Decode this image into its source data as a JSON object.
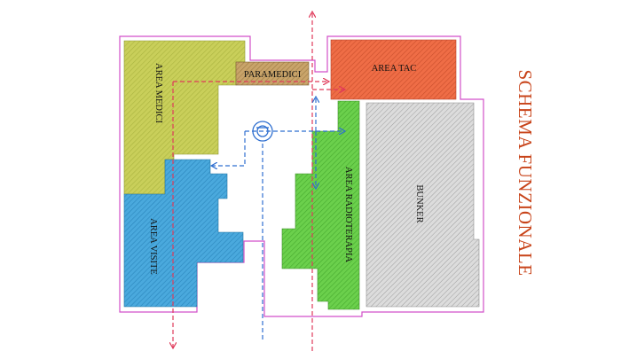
{
  "diagram": {
    "title": "SCHEMA FUNZIONALE",
    "title_color": "#c8441a",
    "outline_color": "#d24fc9",
    "red_path_color": "#e03a5a",
    "blue_path_color": "#2f6fd0",
    "areas": [
      {
        "name": "AREA MEDICI",
        "color": "#c9cf5a",
        "hatch": "#aab43f"
      },
      {
        "name": "PARAMEDICI",
        "color": "#c9a46a",
        "hatch": "#9c7a44"
      },
      {
        "name": "AREA TAC",
        "color": "#ef6d46",
        "hatch": "#c94e2c"
      },
      {
        "name": "AREA RADIOTERAPIA",
        "color": "#6bd04c",
        "hatch": "#45a92e"
      },
      {
        "name": "AREA VISITE",
        "color": "#4aa9dd",
        "hatch": "#2a86bd"
      },
      {
        "name": "BUNKER",
        "color": "#d4d4d4",
        "hatch": "#9e9e9e"
      }
    ]
  }
}
